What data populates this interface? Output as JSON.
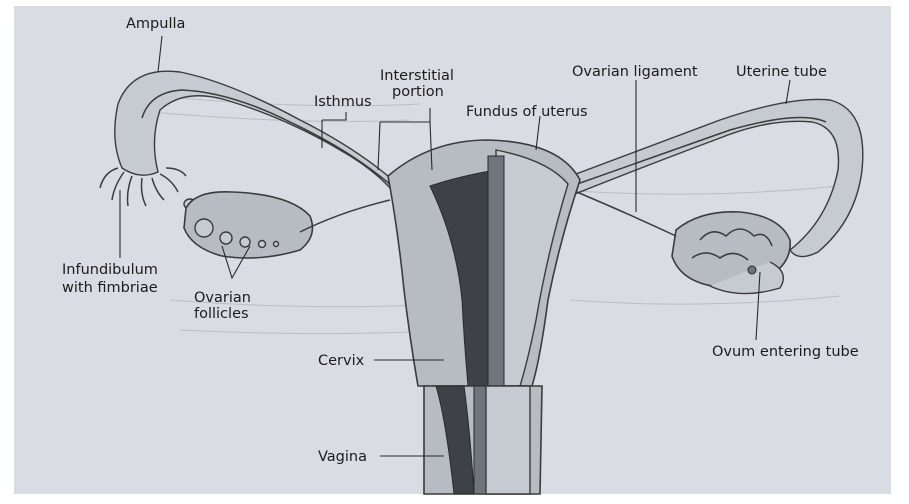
{
  "labels": {
    "ampulla": "Ampulla",
    "interstitial_line1": "Interstitial",
    "interstitial_line2": "portion",
    "isthmus": "Isthmus",
    "fundus": "Fundus of uterus",
    "ovarian_ligament": "Ovarian ligament",
    "uterine_tube": "Uterine tube",
    "infundibulum_line1": "Infundibulum",
    "infundibulum_line2": "with fimbriae",
    "ovarian_follicles_line1": "Ovarian",
    "ovarian_follicles_line2": "follicles",
    "cervix": "Cervix",
    "ovum": "Ovum entering tube",
    "vagina": "Vagina"
  },
  "colors": {
    "paper": "#d9dde3",
    "tissue": "#b7bcc3",
    "cavity": "#3e4247",
    "ink": "#1c1c1c"
  }
}
